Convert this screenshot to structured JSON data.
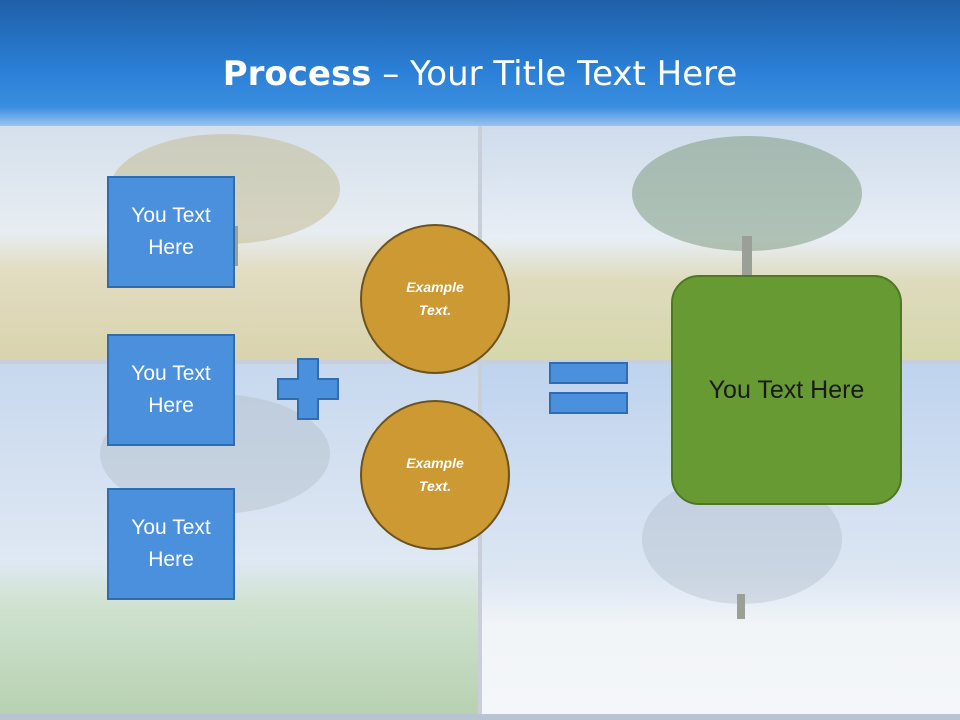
{
  "header": {
    "title_bold": "Process",
    "title_rest": " – Your Title Text Here"
  },
  "left_boxes": [
    {
      "text": "You Text Here"
    },
    {
      "text": "You Text Here"
    },
    {
      "text": "You Text Here"
    }
  ],
  "circles": [
    {
      "text": "Example Text."
    },
    {
      "text": "Example Text."
    }
  ],
  "result": {
    "text": "You Text Here"
  },
  "icons": {
    "plus": "plus-icon",
    "equals": "equals-icon"
  },
  "colors": {
    "header": "#2a7fd6",
    "box_fill": "#4a90dd",
    "circle_fill": "#cc9933",
    "result_fill": "#679a32"
  }
}
